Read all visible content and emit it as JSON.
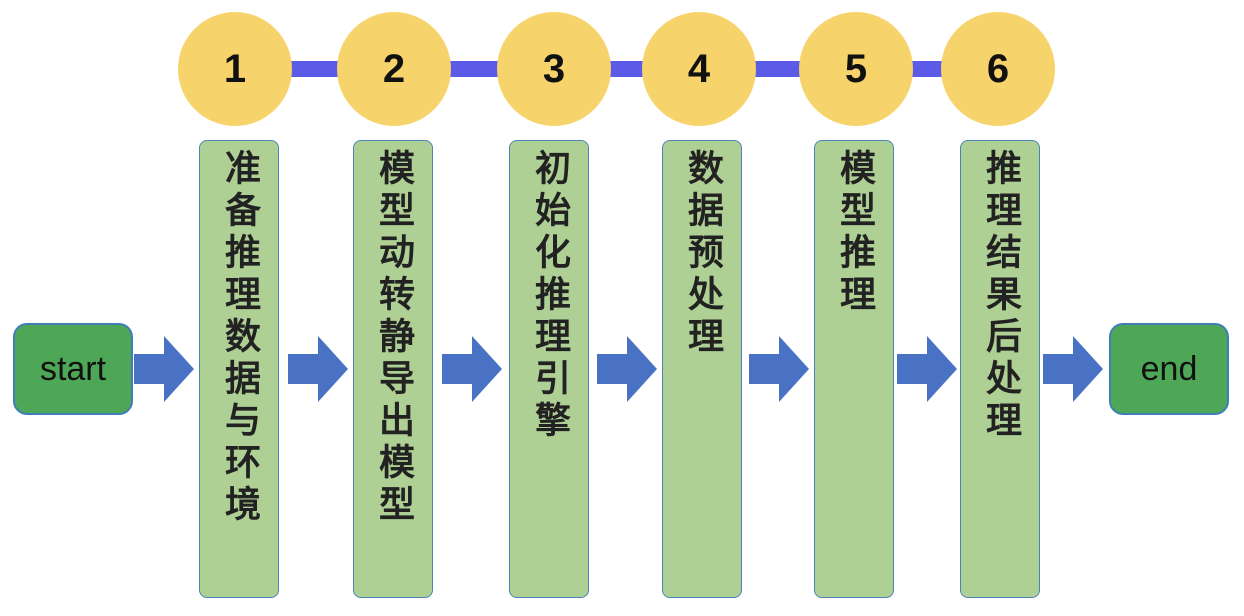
{
  "terminals": {
    "start_label": "start",
    "end_label": "end"
  },
  "steps": [
    {
      "number": "1",
      "label": "准备推理数据与环境"
    },
    {
      "number": "2",
      "label": "模型动转静导出模型"
    },
    {
      "number": "3",
      "label": "初始化推理引擎"
    },
    {
      "number": "4",
      "label": "数据预处理"
    },
    {
      "number": "5",
      "label": "模型推理"
    },
    {
      "number": "6",
      "label": "推理结果后处理"
    }
  ],
  "colors": {
    "circle_fill": "#f7d36b",
    "connector": "#5b5be8",
    "step_fill": "#afd095",
    "step_border": "#4b83b8",
    "terminal_fill": "#4ea757",
    "arrow_fill": "#4a72c4"
  },
  "icons": {
    "flow_arrow": "right-arrow-icon"
  }
}
